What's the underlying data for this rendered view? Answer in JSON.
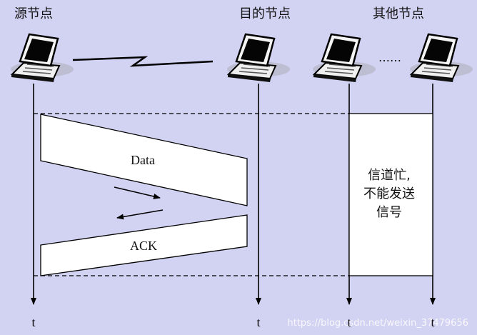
{
  "nodes": {
    "source": "源节点",
    "destination": "目的节点",
    "others": "其他节点"
  },
  "ellipsis": "……",
  "frames": {
    "data": "Data",
    "ack": "ACK"
  },
  "busy_box": {
    "line1": "信道忙,",
    "line2": "不能发送",
    "line3": "信号"
  },
  "time_label": "t",
  "watermark": "https://blog.csdn.net/weixin_37479656",
  "colors": {
    "background": "#d2d2f2",
    "box_fill": "#ffffff",
    "stroke": "#000000"
  },
  "icons": [
    "laptop-icon",
    "lightning-link-icon",
    "arrow-right-icon",
    "arrow-left-icon"
  ]
}
